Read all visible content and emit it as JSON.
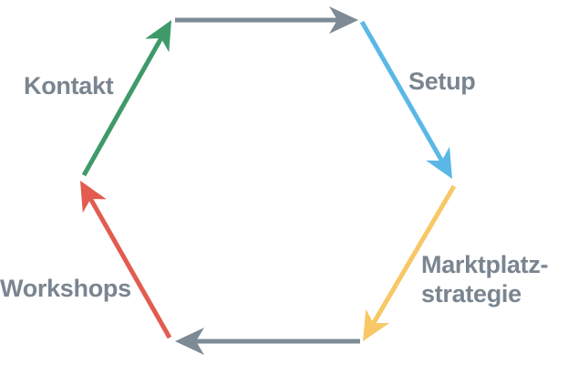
{
  "labels": {
    "kontakt": "Kontakt",
    "setup": "Setup",
    "marktplatz_line1": "Marktplatz-",
    "marktplatz_line2": "strategie",
    "workshops": "Workshops"
  },
  "colors": {
    "kontakt": "#3f9a6a",
    "top": "#7d8b96",
    "setup": "#5bb8e6",
    "marktplatz": "#f7c865",
    "bottom": "#7d8b96",
    "workshops": "#e25c4f",
    "label_text": "#7a8590"
  }
}
